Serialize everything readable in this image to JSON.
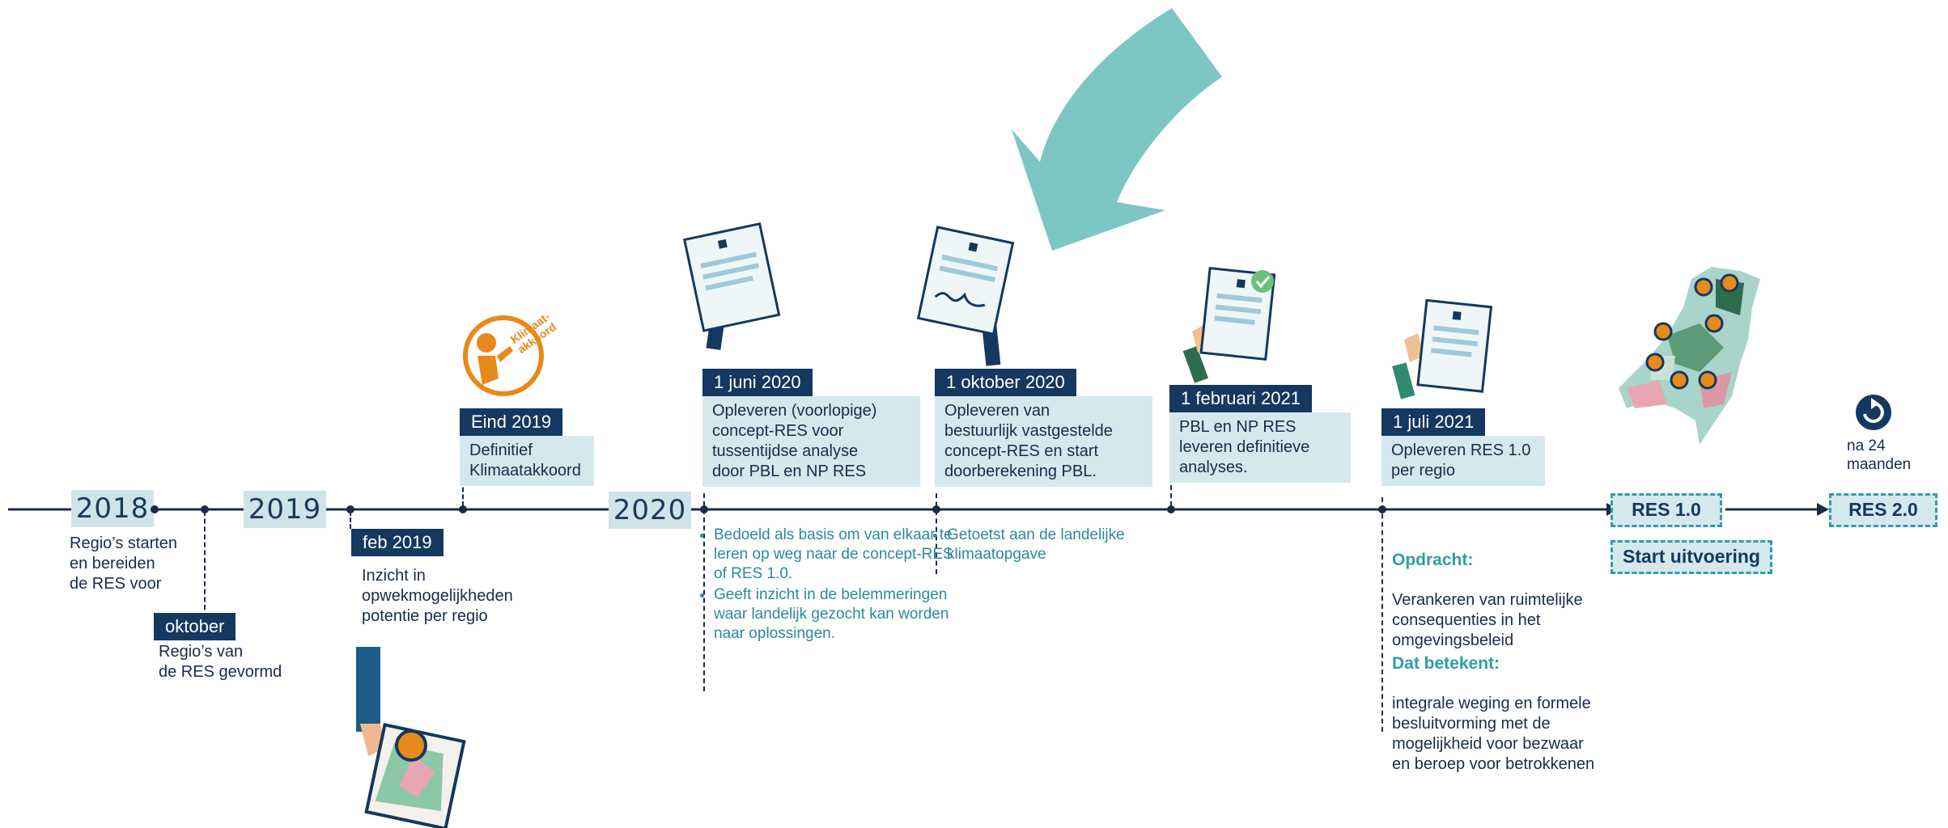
{
  "years": [
    "2018",
    "2019",
    "2020"
  ],
  "events": {
    "y2018": {
      "text": "Regio’s starten\nen bereiden\nde RES voor"
    },
    "oktober": {
      "label": "oktober",
      "text": "Regio’s van\nde RES gevormd"
    },
    "feb2019": {
      "label": "feb 2019",
      "text": "Inzicht in\nopwekmogelijkheden\npotentie per regio"
    },
    "eind2019": {
      "label": "Eind 2019",
      "text": "Definitief\nKlimaatakkoord",
      "logo_text": "Klimaat-\nakkoord"
    },
    "juni2020": {
      "label": "1 juni 2020",
      "text": "Opleveren (voorlopige)\nconcept-RES voor\ntussentijdse analyse\ndoor PBL en NP RES",
      "bullets": [
        "Bedoeld als basis om van elkaar te leren op weg naar de concept-RES of RES 1.0.",
        "Geeft inzicht in de belemmeringen waar landelijk gezocht kan worden naar oplossingen."
      ]
    },
    "okt2020": {
      "label": "1 oktober 2020",
      "text": "Opleveren van\nbestuurlijk vastgestelde\nconcept-RES en start\ndoorberekening PBL.",
      "bullets": [
        "Getoetst aan de landelijke klimaatopgave"
      ]
    },
    "feb2021": {
      "label": "1 februari 2021",
      "text": "PBL en NP RES\nleveren definitieve\nanalyses."
    },
    "jul2021": {
      "label": "1 juli 2021",
      "text": "Opleveren RES 1.0\nper regio",
      "opdracht_heading": "Opdracht:",
      "opdracht_text": "Verankeren van ruimtelijke\nconsequenties in het\nomgevingsbeleid",
      "betekent_heading": "Dat betekent:",
      "betekent_text": "integrale weging en formele\nbesluitvorming met de\nmogelijkheid voor bezwaar\nen beroep voor betrokkenen"
    }
  },
  "end": {
    "res10": "RES 1.0",
    "start": "Start uitvoering",
    "res20": "RES 2.0",
    "cycle_text": "na 24\nmaanden"
  },
  "colors": {
    "navy": "#14385f",
    "teal": "#2f9da8",
    "light": "#d5e8ee",
    "arrow": "#7ec6c4"
  }
}
